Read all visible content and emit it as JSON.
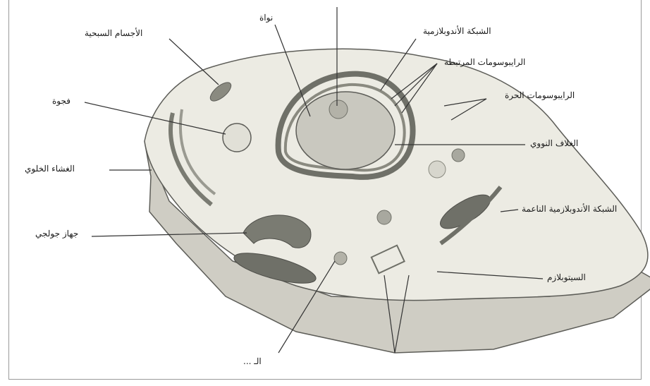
{
  "labels": {
    "nucleus": "نواة",
    "rough_er": "الشبكة الأندوبلازمية",
    "bound_ribosomes": "الرايبوسومات المرتبطة",
    "free_ribosomes": "الرايبوسومات الحرة",
    "nuclear_envelope": "الغلاف النووي",
    "smooth_er": "الشبكة الأندوبلازمية الناعمة",
    "cytoplasm": "السيتوبلازم",
    "mitochondria": "الأجسام السبحية",
    "vacuole": "فجوة",
    "cell_membrane": "الغشاء الخلوي",
    "golgi": "جهاز جولجي",
    "bottom_left": "الـ ..."
  },
  "colors": {
    "cytoplasm": "#ecebe3",
    "cell_side": "#cfcdc4",
    "outline": "#5d5d58",
    "organelle_dark": "#6f7068",
    "organelle_mid": "#a8a89f",
    "nucleus_fill": "#c9c8bf"
  }
}
